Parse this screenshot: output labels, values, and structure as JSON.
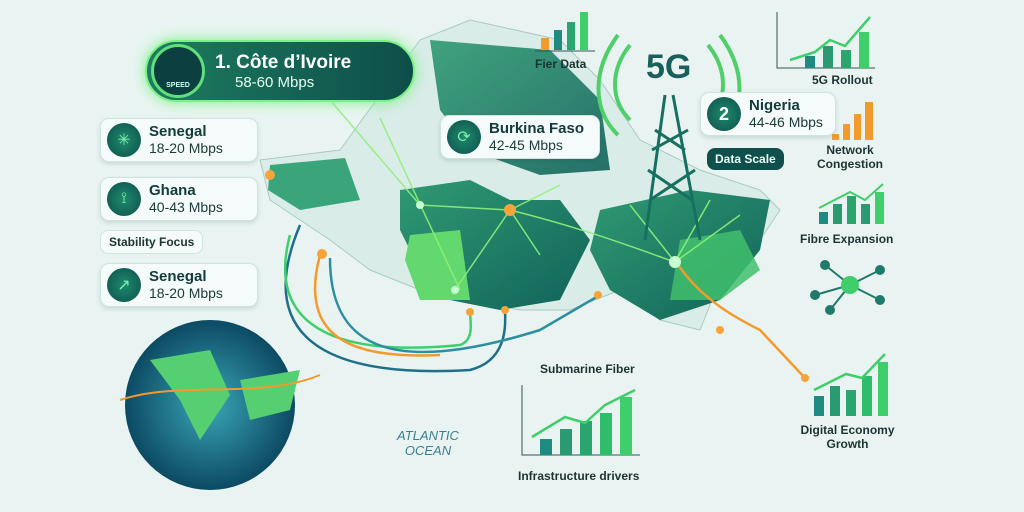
{
  "featured": {
    "rank_title": "1. Côte d’Ivoire",
    "speed": "58-60 Mbps",
    "gauge_label": "SPEED"
  },
  "cards": [
    {
      "name": "Senegal",
      "speed": "18-20 Mbps",
      "icon": "network-hub-icon"
    },
    {
      "name": "Ghana",
      "speed": "40-43 Mbps",
      "icon": "signal-tower-icon"
    },
    {
      "name": "Senegal",
      "speed": "18-20 Mbps",
      "icon": "growth-chart-icon"
    },
    {
      "name": "Burkina Faso",
      "speed": "42-45 Mbps",
      "icon": "refresh-chart-icon"
    }
  ],
  "stability_focus": "Stability Focus",
  "nigeria": {
    "rank": "2",
    "name": "Nigeria",
    "speed": "44-46 Mbps"
  },
  "data_scale": "Data Scale",
  "five_g": "5G",
  "labels": {
    "fiber_data": "Fier Data",
    "rollout": "5G Rollout",
    "congestion": "Network Congestion",
    "fibre_expansion": "Fibre Expansion",
    "digital_growth": "Digital Economy Growth",
    "submarine": "Submarine Fiber",
    "infra": "Infrastructure drivers",
    "ocean": "ATLANTIC OCEAN"
  },
  "colors": {
    "dark_teal": "#0f4f4c",
    "green": "#3fcf6a",
    "orange": "#f39a2d",
    "land": "#2a8f6e"
  }
}
